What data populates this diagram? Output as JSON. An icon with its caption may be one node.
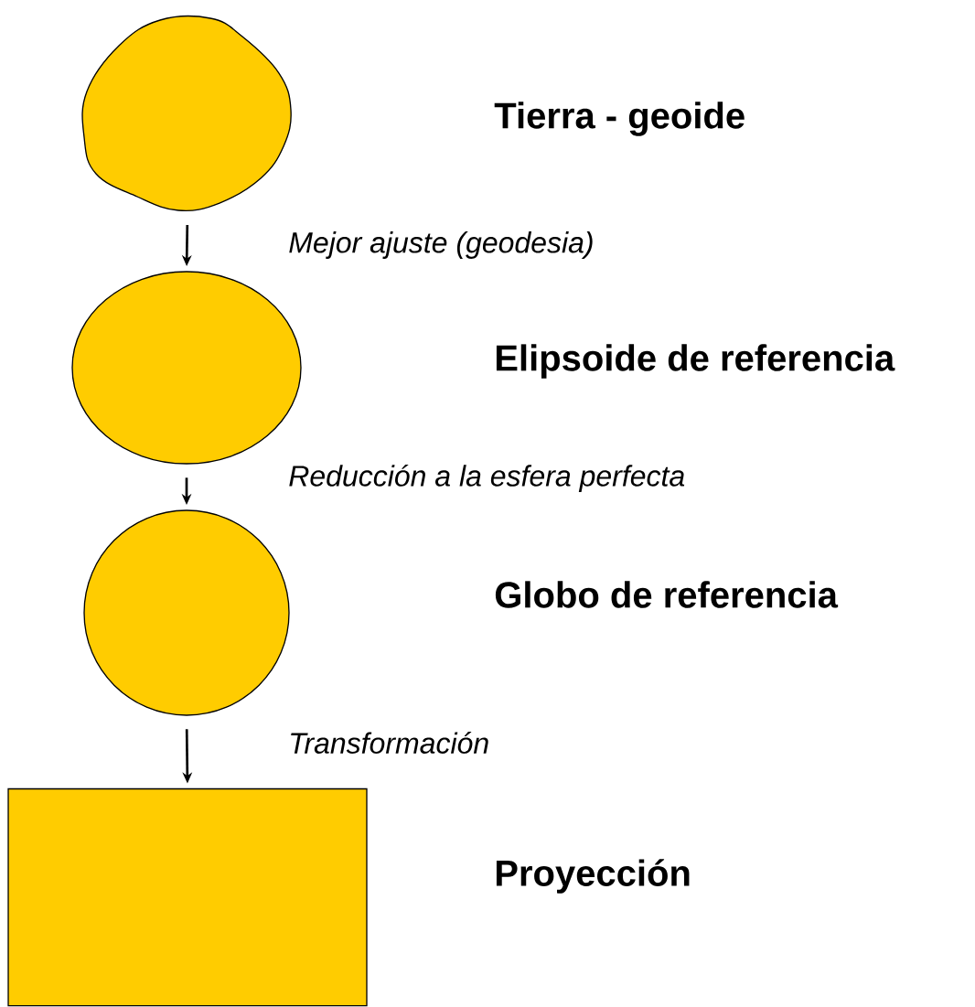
{
  "diagram": {
    "nodes": [
      {
        "text": [],
        "shape": "blob"
      },
      {
        "text": [],
        "shape": "ellipse"
      },
      {
        "text": [],
        "shape": "circle"
      },
      {
        "text": [],
        "shape": "box"
      }
    ],
    "labels": [
      "Tierra - geoide",
      "Elipsoide de referencia",
      "Globo de referencia",
      "Proyección"
    ],
    "edges": [
      {
        "from": 0,
        "to": 1,
        "arrow": "to",
        "label": "Mejor ajuste (geodesia)"
      },
      {
        "from": 1,
        "to": 2,
        "arrow": "to",
        "label": "Reducción a la esfera perfecta"
      },
      {
        "from": 2,
        "to": 3,
        "arrow": "to",
        "label": "Transformación"
      }
    ]
  }
}
